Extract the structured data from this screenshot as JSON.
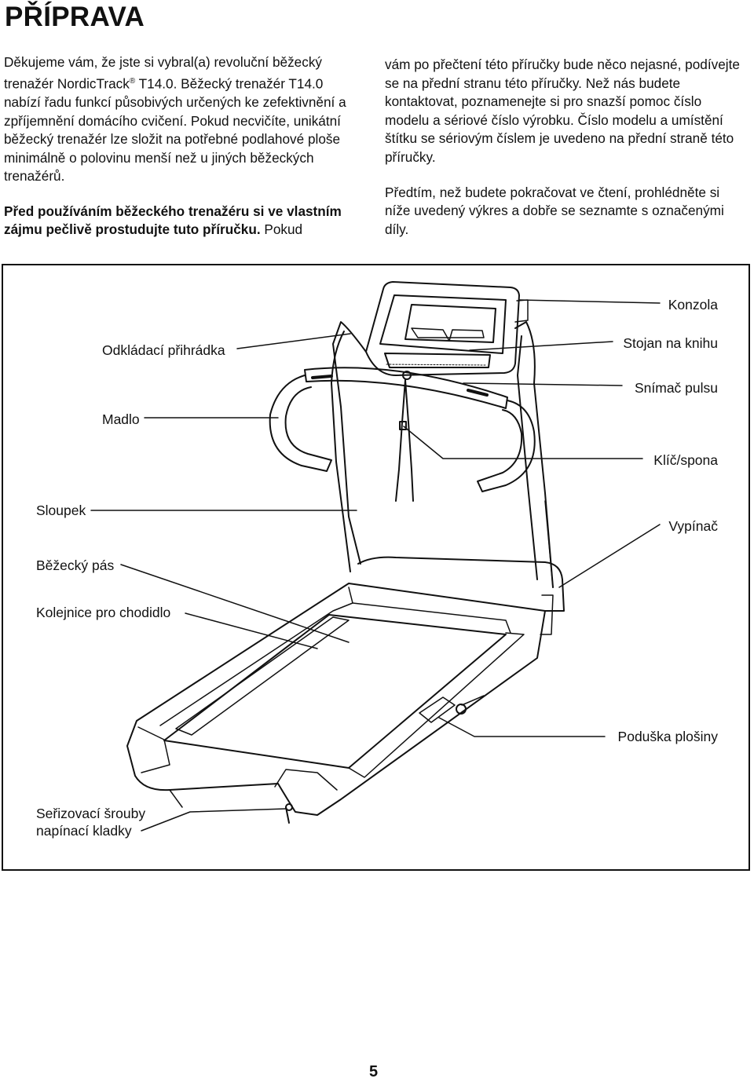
{
  "page": {
    "heading": "PŘÍPRAVA",
    "page_number": "5"
  },
  "intro": {
    "p1_before_mark": "Děkujeme vám, že jste si vybral(a) revoluční běžecký trenažér NordicTrack",
    "registered_mark": "®",
    "p1_after_mark": " T14.0. Běžecký trenažér T14.0 nabízí řadu funkcí působivých určených ke zefektivnění a zpříjemnění domácího cvičení. Pokud necvičíte, unikátní běžecký trenažér lze složit na potřebné podlahové ploše minimálně o polovinu menší než u jiných běžeckých trenažérů.",
    "p2_bold": "Před používáním běžeckého trenažéru si ve vlastním zájmu pečlivě prostudujte tuto příručku.",
    "p2_regular": " Pokud vám po přečtení této příručky bude něco nejasné, podívejte se na přední stranu této příručky. Než nás budete kontaktovat, poznamenejte si pro snazší pomoc číslo modelu a sériové číslo výrobku. Číslo modelu a umístění štítku se sériovým číslem je uvedeno na přední straně této příručky.",
    "p3": "Předtím, než budete pokračovat ve čtení, prohlédněte si níže uvedený výkres a dobře se seznamte s označenými díly."
  },
  "diagram": {
    "labels": {
      "konzola": "Konzola",
      "odkladaci": "Odkládací přihrádka",
      "stojan": "Stojan na knihu",
      "snimac": "Snímač pulsu",
      "madlo": "Madlo",
      "klic": "Klíč/spona",
      "sloupek": "Sloupek",
      "vypinac": "Vypínač",
      "bezecky_pas": "Běžecký pás",
      "kolejnice": "Kolejnice pro chodidlo",
      "poduska": "Poduška plošiny",
      "serizovaci_1": "Seřizovací šrouby",
      "serizovaci_2": "napínací kladky"
    }
  }
}
